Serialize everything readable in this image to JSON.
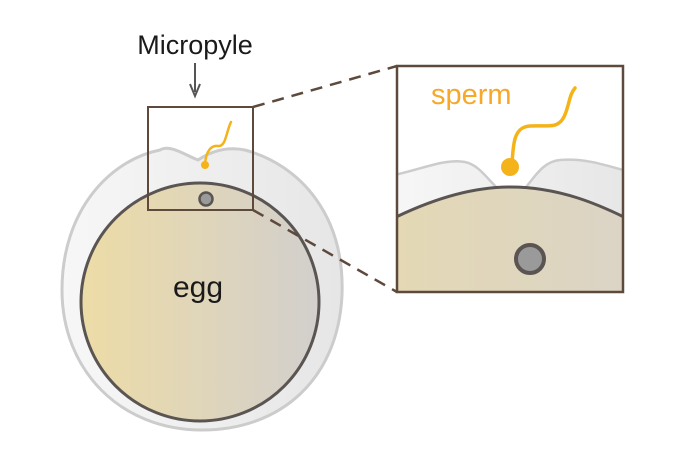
{
  "labels": {
    "micropyle": "Micropyle",
    "egg": "egg",
    "sperm": "sperm"
  },
  "colors": {
    "sperm": "#f5b31a",
    "sperm_label": "#f7a829",
    "box_stroke": "#5e4a3c",
    "egg_left": "#ecdca8",
    "egg_right": "#d2cfcd",
    "chorion_fill": "#eeeeee",
    "chorion_stroke": "#cccccc",
    "egg_stroke": "#5a5552",
    "nucleus_fill": "#9a9a9a"
  }
}
